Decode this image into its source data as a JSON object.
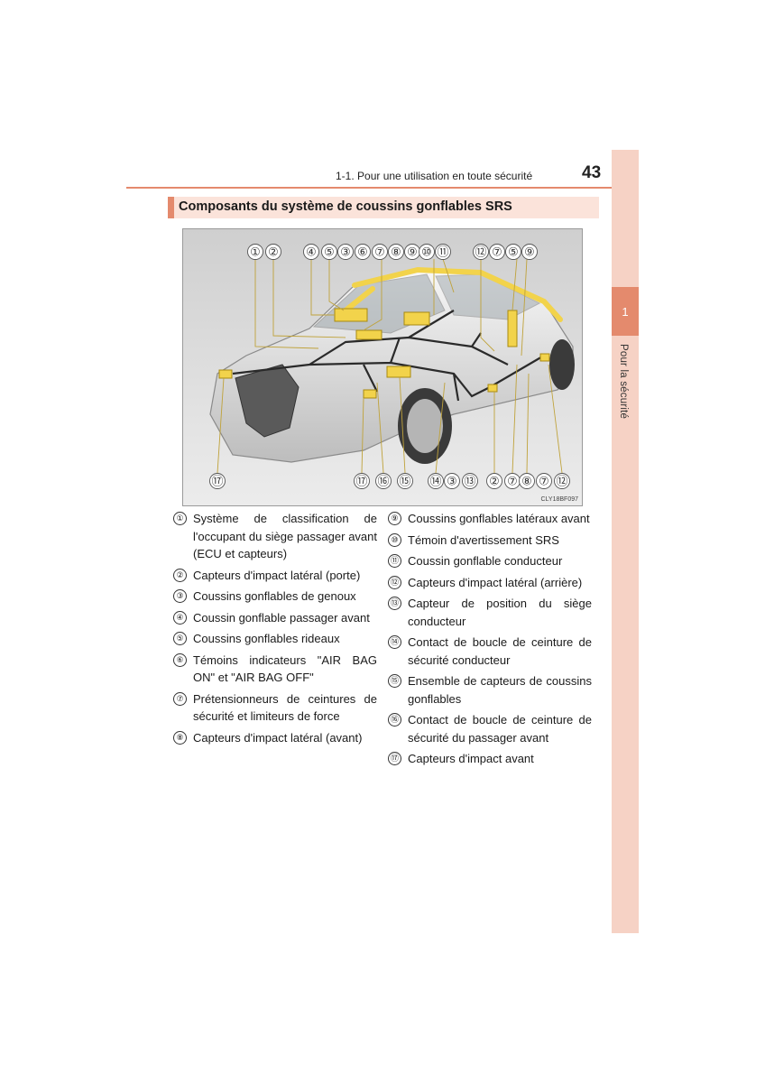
{
  "header": {
    "section_title": "1-1. Pour une utilisation en toute sécurité",
    "page_number": "43"
  },
  "side_tab": {
    "chapter_number": "1",
    "chapter_title": "Pour la sécurité"
  },
  "section": {
    "heading": "Composants du système de coussins gonflables SRS"
  },
  "figure": {
    "code": "CLY18BF097",
    "top_callouts": [
      "①",
      "②",
      "④",
      "⑤",
      "③",
      "⑥",
      "⑦",
      "⑧",
      "⑨",
      "⑩",
      "⑪",
      "⑫",
      "⑦",
      "⑤",
      "⑨"
    ],
    "bottom_callouts": [
      "⑰",
      "⑰",
      "⑯",
      "⑮",
      "⑭",
      "③",
      "⑬",
      "②",
      "⑦",
      "⑧",
      "⑦",
      "⑫"
    ]
  },
  "legend_left": [
    {
      "num": "①",
      "text": "Système de classification de l'occupant du siège passager avant (ECU et capteurs)"
    },
    {
      "num": "②",
      "text": "Capteurs d'impact latéral (porte)"
    },
    {
      "num": "③",
      "text": "Coussins gonflables de genoux"
    },
    {
      "num": "④",
      "text": "Coussin gonflable passager avant"
    },
    {
      "num": "⑤",
      "text": "Coussins gonflables rideaux"
    },
    {
      "num": "⑥",
      "text": "Témoins indicateurs \"AIR BAG ON\" et \"AIR BAG OFF\""
    },
    {
      "num": "⑦",
      "text": "Prétensionneurs de ceintures de sécurité et limiteurs de force"
    },
    {
      "num": "⑧",
      "text": "Capteurs d'impact latéral (avant)"
    }
  ],
  "legend_right": [
    {
      "num": "⑨",
      "text": "Coussins gonflables latéraux avant"
    },
    {
      "num": "⑩",
      "text": "Témoin d'avertissement SRS"
    },
    {
      "num": "⑪",
      "text": "Coussin gonflable conducteur"
    },
    {
      "num": "⑫",
      "text": "Capteurs d'impact latéral (arrière)"
    },
    {
      "num": "⑬",
      "text": "Capteur de position du siège conducteur"
    },
    {
      "num": "⑭",
      "text": "Contact de boucle de ceinture de sécurité conducteur"
    },
    {
      "num": "⑮",
      "text": "Ensemble de capteurs de coussins gonflables"
    },
    {
      "num": "⑯",
      "text": "Contact de boucle de ceinture de sécurité du passager avant"
    },
    {
      "num": "⑰",
      "text": "Capteurs d'impact avant"
    }
  ],
  "colors": {
    "accent": "#e48a6d",
    "tab_bg": "#f6d2c5",
    "section_bg": "#fbe3da",
    "airbag_yellow": "#f2d34b"
  }
}
